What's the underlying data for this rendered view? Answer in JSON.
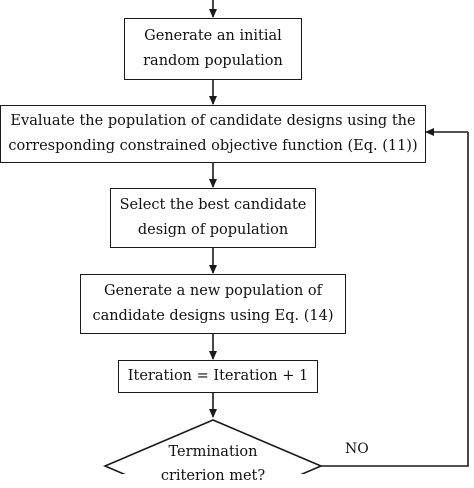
{
  "flowchart": {
    "steps": [
      {
        "lines": [
          "Generate an initial",
          "random population"
        ]
      },
      {
        "lines": [
          "Evaluate the population of candidate designs using the",
          "corresponding constrained objective function (Eq. (11))"
        ]
      },
      {
        "lines": [
          "Select the best candidate",
          "design of population"
        ]
      },
      {
        "lines": [
          "Generate a new population of",
          "candidate designs using Eq. (14)"
        ]
      },
      {
        "lines": [
          "Iteration = Iteration + 1"
        ]
      }
    ],
    "decision": {
      "lines": [
        "Termination",
        "criterion met?"
      ]
    },
    "no_label": "NO",
    "colors": {
      "stroke": "#1a1a1a",
      "text": "#111111",
      "background": "#ffffff"
    }
  }
}
